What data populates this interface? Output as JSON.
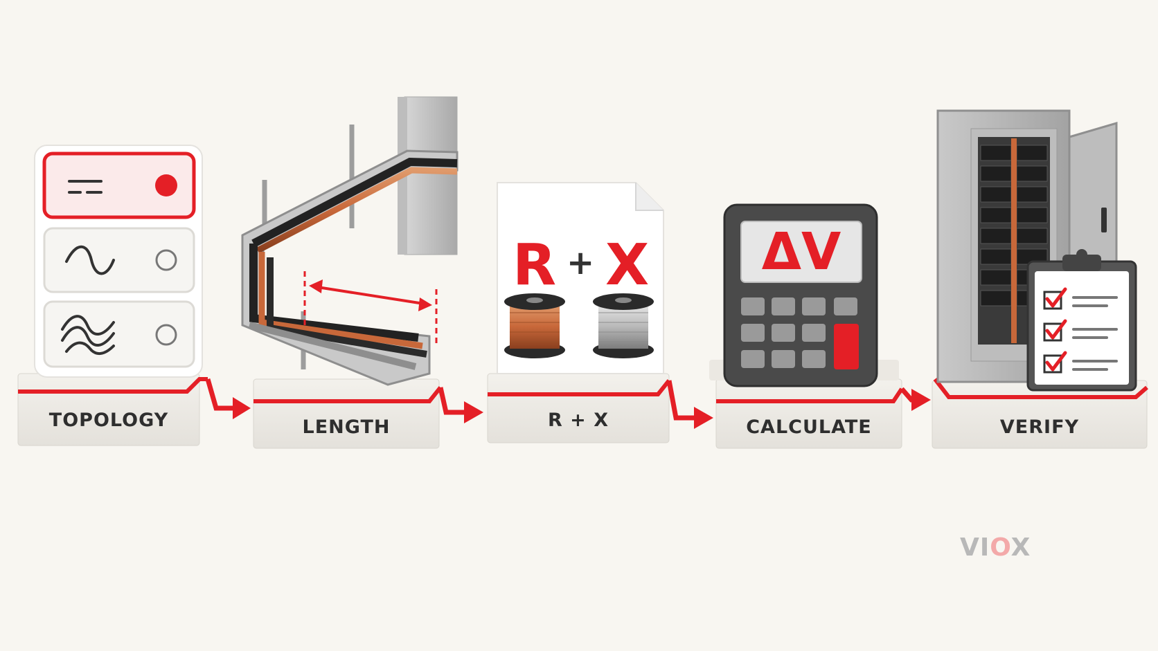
{
  "steps": [
    {
      "id": "topology",
      "label": "TOPOLOGY"
    },
    {
      "id": "length",
      "label": "LENGTH"
    },
    {
      "id": "rx",
      "label": "R + X"
    },
    {
      "id": "calculate",
      "label": "CALCULATE"
    },
    {
      "id": "verify",
      "label": "VERIFY"
    }
  ],
  "rx_card": {
    "r": "R",
    "plus": "+",
    "x": "X"
  },
  "calculator": {
    "display": "ΔV"
  },
  "brand": {
    "v_i": "VI",
    "o": "O",
    "x": "X"
  },
  "colors": {
    "accent": "#e41f26",
    "background": "#f8f6f1",
    "pedestal": "#efede8",
    "copper": "#c8683a",
    "aluminum": "#b9b9b9",
    "calculator_body": "#4a4a4a"
  },
  "icons": {
    "topology": [
      "dc-symbol-icon",
      "single-phase-wave-icon",
      "three-phase-wave-icon"
    ],
    "length": "cable-tray-icon",
    "rx": [
      "copper-spool-icon",
      "aluminum-spool-icon"
    ],
    "calculate": "calculator-icon",
    "verify": [
      "electrical-panel-icon",
      "checklist-clipboard-icon"
    ]
  }
}
